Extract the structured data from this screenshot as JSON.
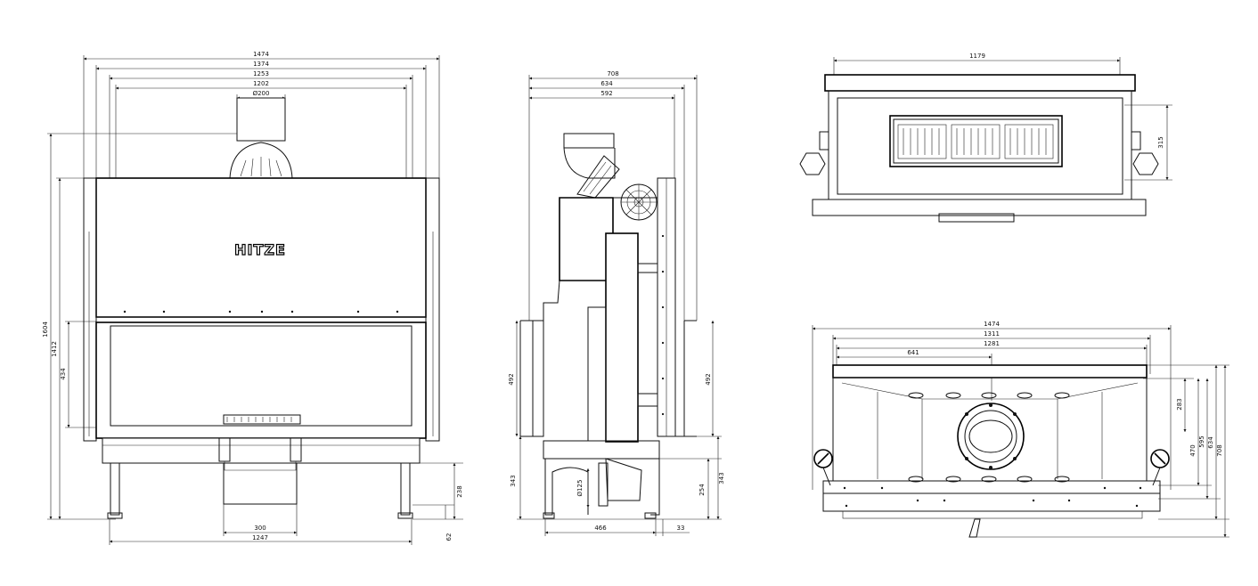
{
  "brand": "HITZE",
  "front_view": {
    "widths": [
      "1474",
      "1374",
      "1253",
      "1202"
    ],
    "flue_diameter": "Ø200",
    "heights": [
      "1604",
      "1412",
      "434"
    ],
    "legs": [
      "238",
      "62"
    ],
    "bottom": [
      "300",
      "1247"
    ]
  },
  "side_view": {
    "widths": [
      "708",
      "634",
      "592"
    ],
    "glass_height_left": "492",
    "glass_height_right": "492",
    "bottom_left": "343",
    "bottom_right": [
      "254",
      "343"
    ],
    "air_inlet": "Ø125",
    "base": [
      "466",
      "33"
    ]
  },
  "top_view": {
    "width": "1179",
    "depth": "315"
  },
  "bottom_view": {
    "widths": [
      "1474",
      "1311",
      "1281"
    ],
    "offset": "641",
    "depths": [
      "283",
      "470",
      "595",
      "634",
      "708"
    ]
  }
}
